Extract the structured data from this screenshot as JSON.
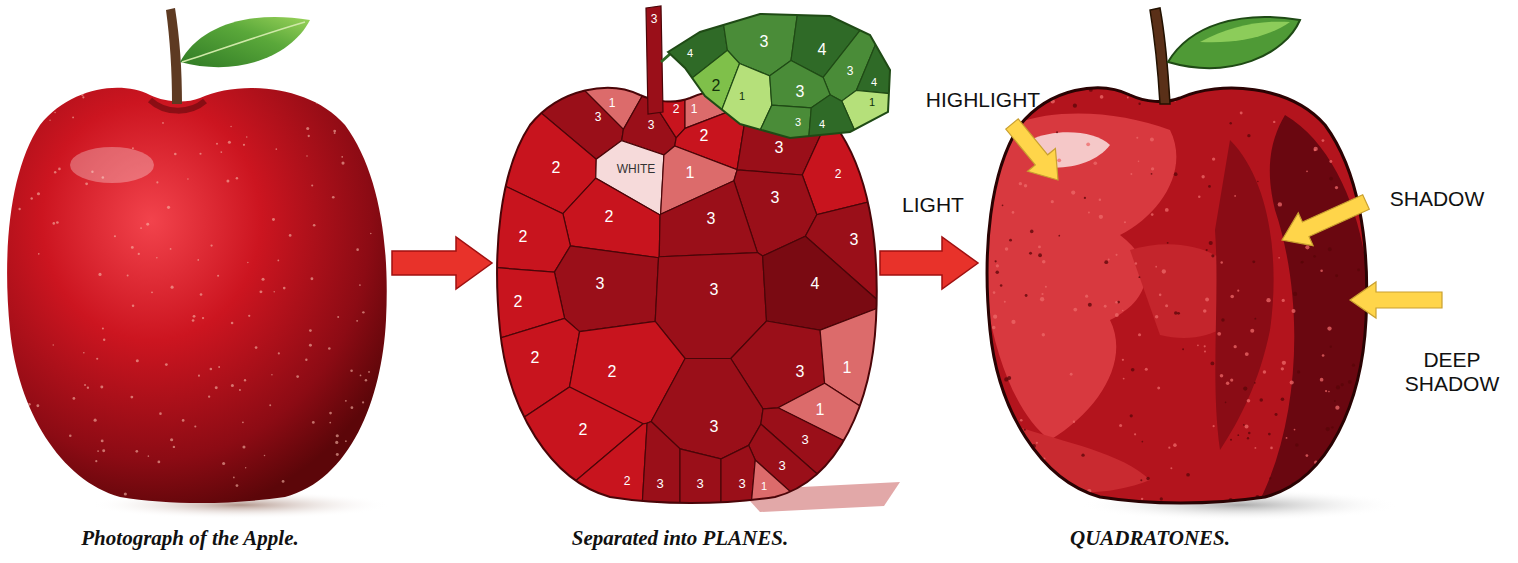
{
  "diagram": {
    "nodes": [
      {
        "text": [
          "Photograph of the Apple."
        ]
      },
      {
        "text": [
          "Separated into PLANES."
        ]
      },
      {
        "text": [
          "QUADRATONES."
        ]
      }
    ],
    "edges": [
      {
        "from": 0,
        "to": 1,
        "arrow": "to"
      },
      {
        "from": 1,
        "to": 2,
        "arrow": "to"
      }
    ],
    "labels": [
      "3",
      "4",
      "3",
      "4",
      "3",
      "2",
      "1",
      "3",
      "4",
      "1",
      "3",
      "4",
      "1",
      "3",
      "3",
      "2",
      "1",
      "2",
      "2",
      "WHITE",
      "1",
      "3",
      "2",
      "3",
      "2",
      "3",
      "3",
      "2",
      "3",
      "3",
      "4",
      "2",
      "2",
      "2",
      "3",
      "1",
      "1",
      "2",
      "3",
      "3",
      "3",
      "2",
      "3",
      "3",
      "3",
      "1",
      "HIGHLIGHT",
      "LIGHT",
      "SHADOW",
      "DEEP SHADOW"
    ]
  }
}
